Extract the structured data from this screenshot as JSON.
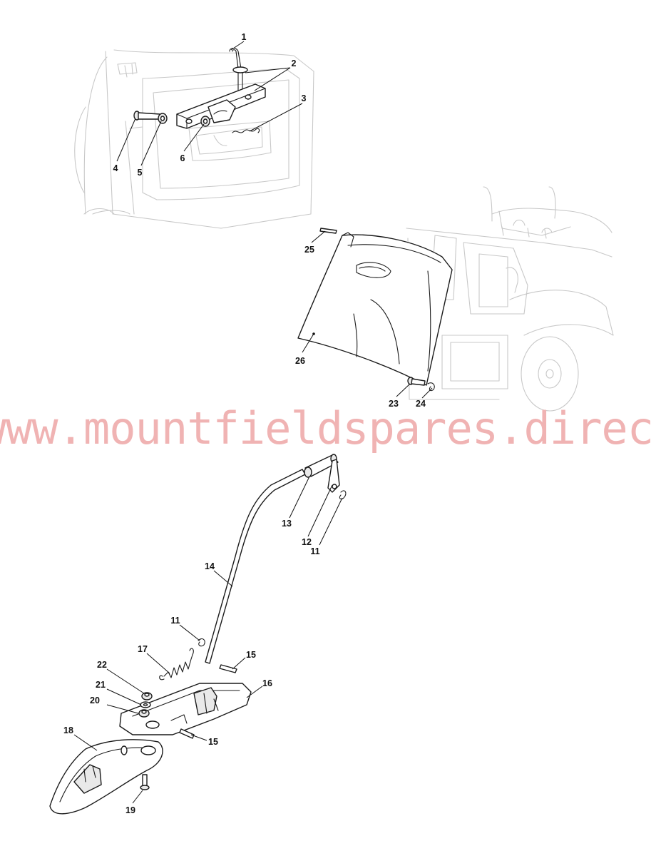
{
  "watermark": "www.mountfieldspares.direct",
  "colors": {
    "watermark": "#f0b3b3",
    "lines": "#1a1a1a",
    "ghost": "#c8c8c8"
  },
  "callouts": [
    {
      "id": "c1",
      "label": "1"
    },
    {
      "id": "c2",
      "label": "2"
    },
    {
      "id": "c3",
      "label": "3"
    },
    {
      "id": "c4",
      "label": "4"
    },
    {
      "id": "c5",
      "label": "5"
    },
    {
      "id": "c6",
      "label": "6"
    },
    {
      "id": "c25",
      "label": "25"
    },
    {
      "id": "c26",
      "label": "26"
    },
    {
      "id": "c23",
      "label": "23"
    },
    {
      "id": "c24",
      "label": "24"
    },
    {
      "id": "c13",
      "label": "13"
    },
    {
      "id": "c12",
      "label": "12"
    },
    {
      "id": "c11a",
      "label": "11"
    },
    {
      "id": "c14",
      "label": "14"
    },
    {
      "id": "c11b",
      "label": "11"
    },
    {
      "id": "c17",
      "label": "17"
    },
    {
      "id": "c15a",
      "label": "15"
    },
    {
      "id": "c22",
      "label": "22"
    },
    {
      "id": "c16",
      "label": "16"
    },
    {
      "id": "c21",
      "label": "21"
    },
    {
      "id": "c20",
      "label": "20"
    },
    {
      "id": "c15b",
      "label": "15"
    },
    {
      "id": "c18",
      "label": "18"
    },
    {
      "id": "c19",
      "label": "19"
    }
  ]
}
